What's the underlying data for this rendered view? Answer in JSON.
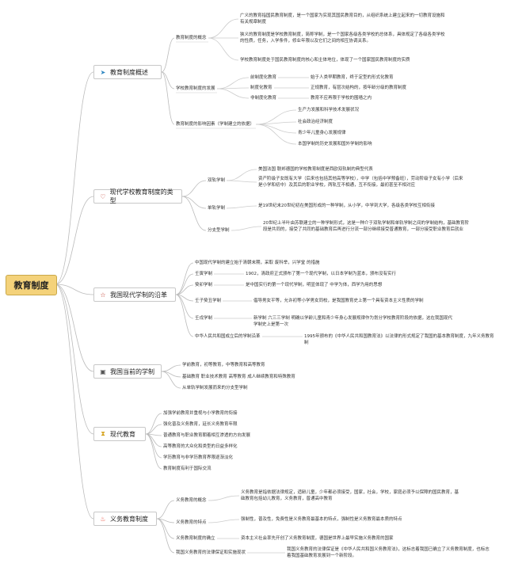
{
  "root": "教育制度",
  "branches": [
    {
      "label": "教育制度概述",
      "icon": "paper-plane-icon",
      "color": "#2e86c1",
      "children": [
        {
          "label": "教育制度的概念",
          "children": [
            "广义的教育指国民教育制度，是一个国家为实现其国民教育目的，从组织系统上建立起来的一切教育设施和有关规章制度",
            "狭义的教育制度是学校教育制度，简称学制，是一个国家各级各类学校的总体系，具体规定了各级各类学校的性质，任务，入学条件，修业年限以及它们之间的相互协调关系。",
            "学校教育制度处于国民教育制度的核心和主体地位，体现了一个国家国民教育制度的实质"
          ]
        },
        {
          "label": "学校教育制度的发展",
          "children": [
            {
              "label": "前制度化教育",
              "desc": "始于人类早期教育，终于定型的形式化教育"
            },
            {
              "label": "制度化教育",
              "desc": "正规教育，有层次结构的，按年龄分级的教育制度"
            },
            {
              "label": "非制度化教育",
              "desc": "教育不应再限于学校的围墙之内"
            }
          ]
        },
        {
          "label": "教育制度的影响因素（学制建立的依据）",
          "children": [
            "生产力发展和科学技术发展状况",
            "社会政治经济制度",
            "青少年儿童身心发展规律",
            "本国学制的历史发展和国外学制的影响"
          ]
        }
      ]
    },
    {
      "label": "现代学校教育制度的类型",
      "icon": "heart-icon",
      "color": "#c0392b",
      "children": [
        {
          "label": "双轨学制",
          "children": [
            "美国法国 联邦德国的学校教育制度是西欧双轨制的典型代表",
            "资产阶级子女既有大学（后来也包括其他高等学校），中学（包括中学预备班），劳动阶级子女有小学（后来是小学和初中）及其后的职业学校，两轨互不相通，互不衔接，最初甚至不相对应"
          ]
        },
        {
          "label": "单轨学制",
          "children": [
            "是19世纪末20世纪初在美国形成的一种学制，从小学，中学到大学，各级各类学校互相衔接"
          ]
        },
        {
          "label": "分支型学制",
          "children": [
            "20世纪上半叶由苏联建立的一种学制形式，这是一种介于双轨学制和单轨学制之间的学制结构，基础教育阶段是共同的，接受了共同的基础教育后再进行分流一部分继续接受普通教育，一部分接受职业教育后就业"
          ]
        }
      ]
    },
    {
      "label": "我国现代学制的沿革",
      "icon": "star-icon",
      "color": "#c0392b",
      "children": [
        {
          "label": "中国现代学制的建立始于清朝末期，采取 废科举，兴学堂 的措施",
          "desc": ""
        },
        {
          "label": "壬寅学制",
          "desc": "1902，清政府正式颁布了第一个现代学制，以日本学制为蓝本，颁布没有实行"
        },
        {
          "label": "癸卯学制",
          "desc": "是中国实行的第一个现代学制，明显体现了 中学为体，西学为用的思想"
        },
        {
          "label": "壬子癸丑学制",
          "desc": "倡导男女平等，允许初等小学男女同校，是我国教育史上第一个具有资本主义性质的学制"
        },
        {
          "label": "壬戌学制",
          "desc": "新学制 六三三学制 明确以学龄儿童和青少年身心发展规律作为划分学校教育阶段的依据，这在我国现代学制史上是第一次"
        },
        {
          "label": "中华人民共和国成立后的学制沿革",
          "desc": "1995年颁布的《中华人民共和国教育法》以法律的形式规定了我国的基本教育制度，九年义务教育制"
        }
      ]
    },
    {
      "label": "我国当前的学制",
      "icon": "folder-icon",
      "color": "#555555",
      "children": [
        "学前教育，初等教育，中等教育和高等教育",
        "基础教育 职业技术教育 高等教育 成人继续教育和特殊教育",
        "从单轨学制发展而来的分支型学制"
      ]
    },
    {
      "label": "现代教育",
      "icon": "hourglass-icon",
      "color": "#d4a017",
      "children": [
        "加强学前教育并重视与小学教育的衔接",
        "强化普及义务教育，延长义务教育年限",
        "普通教育与职业教育朝着相互渗透的方向发展",
        "高等教育的大众化和类型的日益多样化",
        "学历教育与非学历教育界限逐渐淡化",
        "教育制度有利于国际交流"
      ]
    },
    {
      "label": "义务教育制度",
      "icon": "flame-icon",
      "color": "#e74c3c",
      "children": [
        {
          "label": "义务教育的概念",
          "desc": "义务教育是指依据法律规定，适龄儿童，少年都必须接受，国家，社会，学校，家庭必须予以保障的国民教育，基础教育包括幼儿教育，义务教育，普通高中教育"
        },
        {
          "label": "义务教育的特点",
          "desc": "强制性，普及性，免费性是义务教育最基本的特点，强制性是义务教育最本质的特点"
        },
        {
          "label": "义务教育制度的确立",
          "desc": "资本主义社会率先开创了义务教育制度，德国是世界上最早实施义务教育的国家"
        },
        {
          "label": "我国义务教育的法律保证和实施现状",
          "desc": "我国义务教育的法律保证是《中华人民共和国义务教育法》，这标志着我国已确立了义务教育制度，也标志着我国基础教育发展到一个新阶段。"
        }
      ]
    }
  ]
}
